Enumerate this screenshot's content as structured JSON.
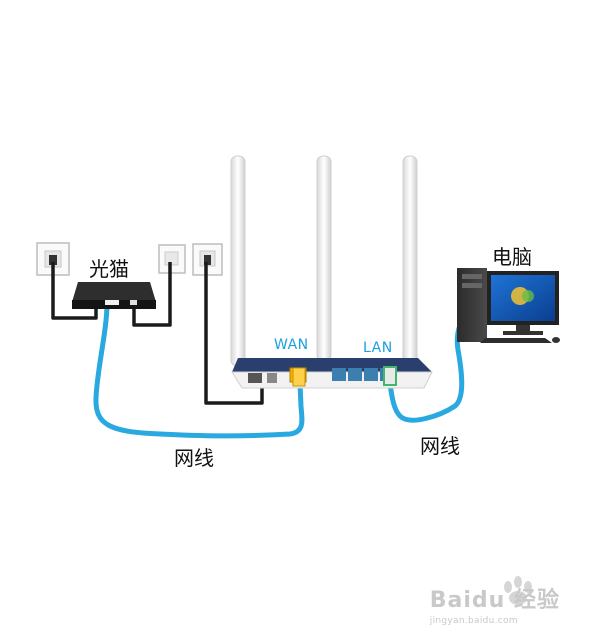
{
  "labels": {
    "modem": "光猫",
    "computer": "电脑",
    "wan": "WAN",
    "lan": "LAN",
    "cable_left": "网线",
    "cable_right": "网线"
  },
  "watermark": {
    "brand": "Baidu 经验",
    "url": "jingyan.baidu.com"
  },
  "colors": {
    "cable": "#2aa9e0",
    "cord": "#1b1b1b",
    "router_body": "#f2f2f2",
    "router_top": "#2a3f6e",
    "port_label": "#1aa0e0"
  }
}
